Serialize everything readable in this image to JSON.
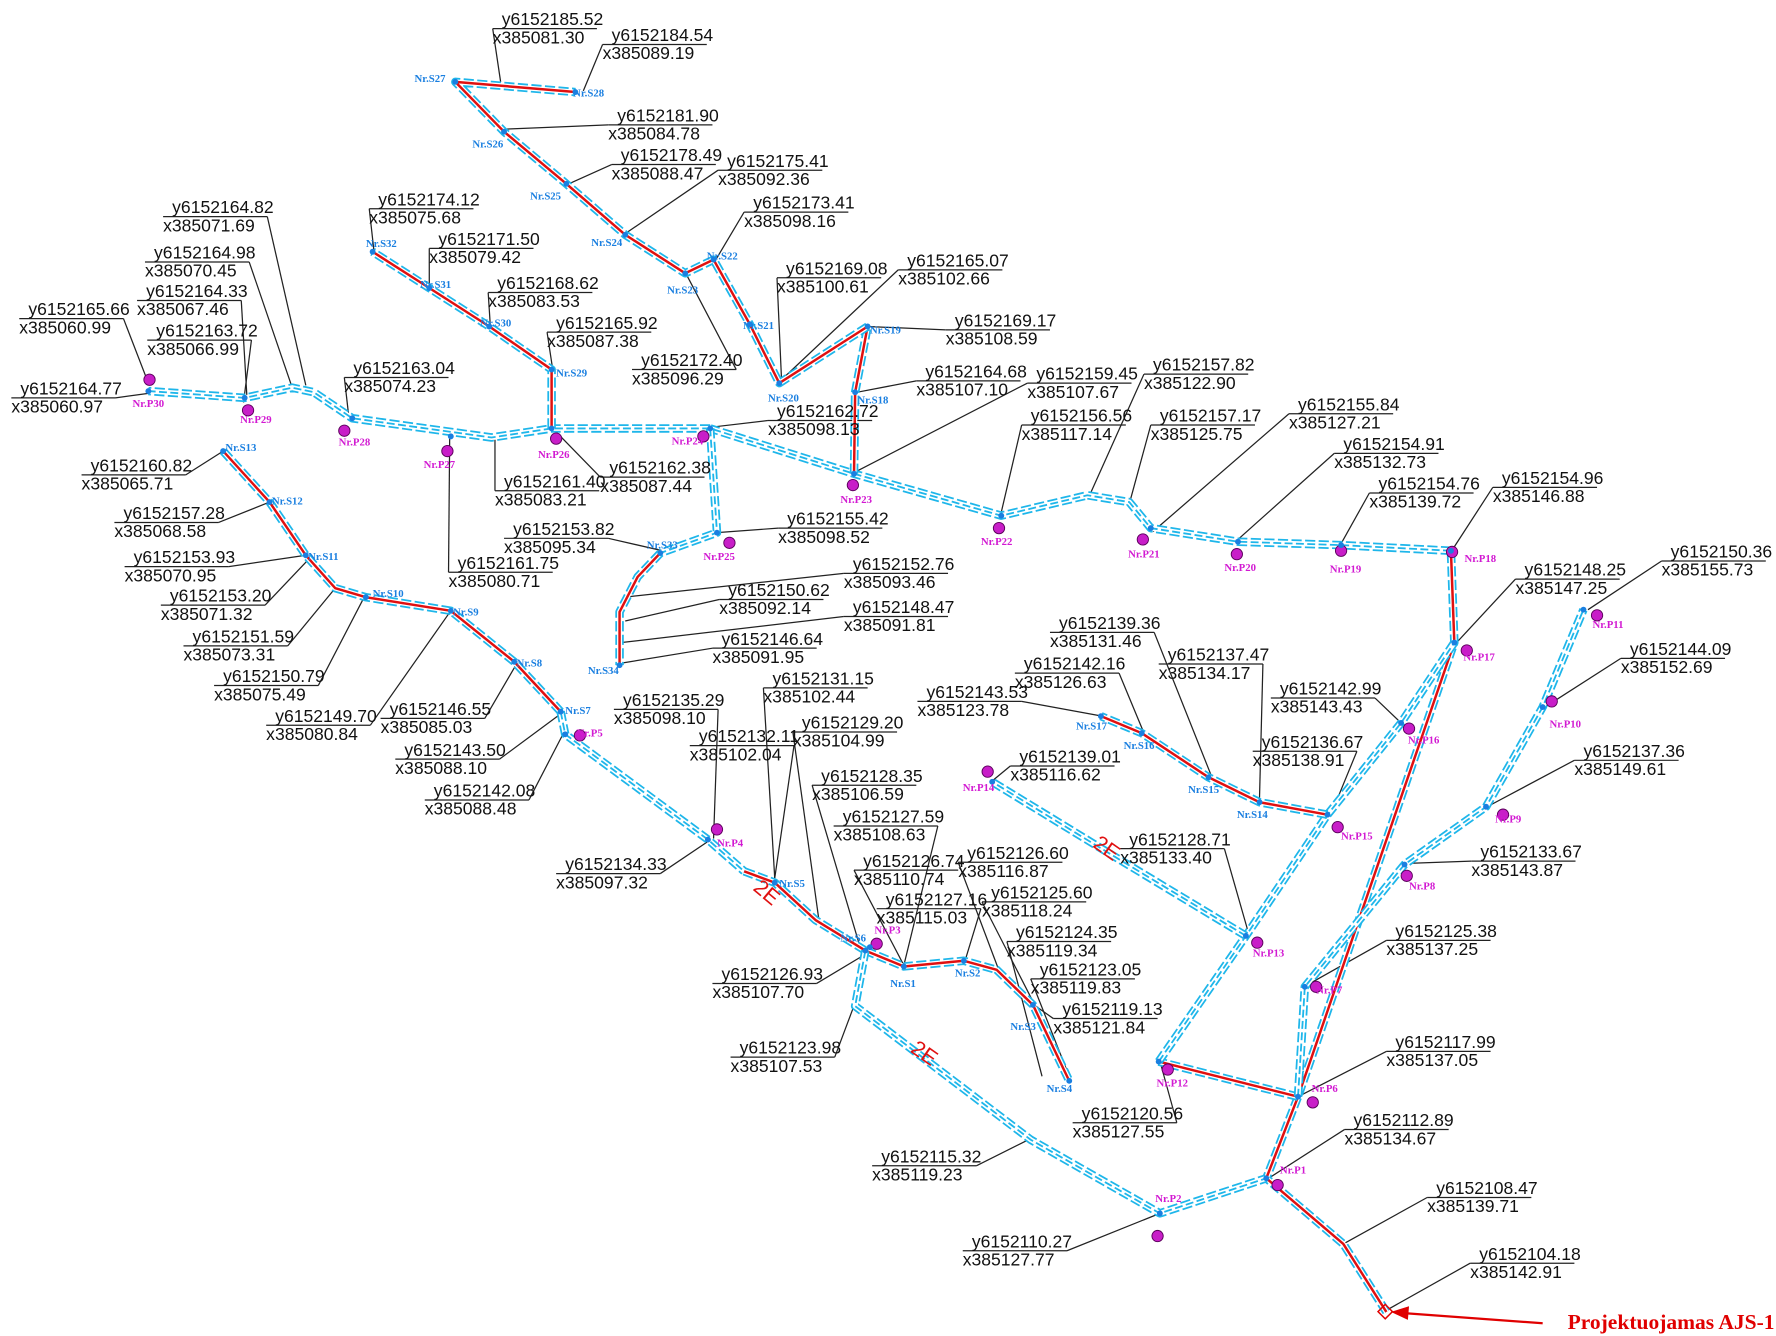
{
  "colors": {
    "cable_outline": "#1eb6ea",
    "cable_core": "#e01010",
    "pole_label": "#d21ad2",
    "support_label": "#1a7fe0",
    "pole_fill": "#c81ec8",
    "legend": "#e00000"
  },
  "legend": {
    "label": "Projektuojamas AJS-1"
  },
  "marks": {
    "two_e": "2E"
  },
  "nodes": [
    {
      "id": "P1",
      "label": "Nr.P1",
      "kind": "pole"
    },
    {
      "id": "P2",
      "label": "Nr.P2",
      "kind": "pole"
    },
    {
      "id": "P3",
      "label": "Nr.P3",
      "kind": "pole"
    },
    {
      "id": "P4",
      "label": "Nr.P4",
      "kind": "pole"
    },
    {
      "id": "P5",
      "label": "Nr.P5",
      "kind": "pole"
    },
    {
      "id": "P6",
      "label": "Nr.P6",
      "kind": "pole"
    },
    {
      "id": "P7",
      "label": "Nr.P7",
      "kind": "pole"
    },
    {
      "id": "P8",
      "label": "Nr.P8",
      "kind": "pole"
    },
    {
      "id": "P9",
      "label": "Nr.P9",
      "kind": "pole"
    },
    {
      "id": "P10",
      "label": "Nr.P10",
      "kind": "pole"
    },
    {
      "id": "P11",
      "label": "Nr.P11",
      "kind": "pole"
    },
    {
      "id": "P12",
      "label": "Nr.P12",
      "kind": "pole"
    },
    {
      "id": "P13",
      "label": "Nr.P13",
      "kind": "pole"
    },
    {
      "id": "P14",
      "label": "Nr.P14",
      "kind": "pole"
    },
    {
      "id": "P15",
      "label": "Nr.P15",
      "kind": "pole"
    },
    {
      "id": "P16",
      "label": "Nr.P16",
      "kind": "pole"
    },
    {
      "id": "P17",
      "label": "Nr.P17",
      "kind": "pole"
    },
    {
      "id": "P18",
      "label": "Nr.P18",
      "kind": "pole"
    },
    {
      "id": "P19",
      "label": "Nr.P19",
      "kind": "pole"
    },
    {
      "id": "P20",
      "label": "Nr.P20",
      "kind": "pole"
    },
    {
      "id": "P21",
      "label": "Nr.P21",
      "kind": "pole"
    },
    {
      "id": "P22",
      "label": "Nr.P22",
      "kind": "pole"
    },
    {
      "id": "P23",
      "label": "Nr.P23",
      "kind": "pole"
    },
    {
      "id": "P24",
      "label": "Nr.P24",
      "kind": "pole"
    },
    {
      "id": "P25",
      "label": "Nr.P25",
      "kind": "pole"
    },
    {
      "id": "P26",
      "label": "Nr.P26",
      "kind": "pole"
    },
    {
      "id": "P27",
      "label": "Nr.P27",
      "kind": "pole"
    },
    {
      "id": "P28",
      "label": "Nr.P28",
      "kind": "pole"
    },
    {
      "id": "P29",
      "label": "Nr.P29",
      "kind": "pole"
    },
    {
      "id": "P30",
      "label": "Nr.P30",
      "kind": "pole"
    },
    {
      "id": "S1",
      "label": "Nr.S1",
      "kind": "support"
    },
    {
      "id": "S2",
      "label": "Nr.S2",
      "kind": "support"
    },
    {
      "id": "S3",
      "label": "Nr.S3",
      "kind": "support"
    },
    {
      "id": "S4",
      "label": "Nr.S4",
      "kind": "support"
    },
    {
      "id": "S5",
      "label": "Nr.S5",
      "kind": "support"
    },
    {
      "id": "S6",
      "label": "Nr.S6",
      "kind": "support"
    },
    {
      "id": "S7",
      "label": "Nr.S7",
      "kind": "support"
    },
    {
      "id": "S8",
      "label": "Nr.S8",
      "kind": "support"
    },
    {
      "id": "S9",
      "label": "Nr.S9",
      "kind": "support"
    },
    {
      "id": "S10",
      "label": "Nr.S10",
      "kind": "support"
    },
    {
      "id": "S11",
      "label": "Nr.S11",
      "kind": "support"
    },
    {
      "id": "S12",
      "label": "Nr.S12",
      "kind": "support"
    },
    {
      "id": "S13",
      "label": "Nr.S13",
      "kind": "support"
    },
    {
      "id": "S14",
      "label": "Nr.S14",
      "kind": "support"
    },
    {
      "id": "S15",
      "label": "Nr.S15",
      "kind": "support"
    },
    {
      "id": "S16",
      "label": "Nr.S16",
      "kind": "support"
    },
    {
      "id": "S17",
      "label": "Nr.S17",
      "kind": "support"
    },
    {
      "id": "S18",
      "label": "Nr.S18",
      "kind": "support"
    },
    {
      "id": "S19",
      "label": "Nr.S19",
      "kind": "support"
    },
    {
      "id": "S20",
      "label": "Nr.S20",
      "kind": "support"
    },
    {
      "id": "S21",
      "label": "Nr.S21",
      "kind": "support"
    },
    {
      "id": "S22",
      "label": "Nr.S22",
      "kind": "support"
    },
    {
      "id": "S23",
      "label": "Nr.S23",
      "kind": "support"
    },
    {
      "id": "S24",
      "label": "Nr.S24",
      "kind": "support"
    },
    {
      "id": "S25",
      "label": "Nr.S25",
      "kind": "support"
    },
    {
      "id": "S26",
      "label": "Nr.S26",
      "kind": "support"
    },
    {
      "id": "S27",
      "label": "Nr.S27",
      "kind": "support"
    },
    {
      "id": "S28",
      "label": "Nr.S28",
      "kind": "support"
    },
    {
      "id": "S29",
      "label": "Nr.S29",
      "kind": "support"
    },
    {
      "id": "S30",
      "label": "Nr.S30",
      "kind": "support"
    },
    {
      "id": "S31",
      "label": "Nr.S31",
      "kind": "support"
    },
    {
      "id": "S32",
      "label": "Nr.S32",
      "kind": "support"
    },
    {
      "id": "S33",
      "label": "Nr.S33",
      "kind": "support"
    },
    {
      "id": "S34",
      "label": "Nr.S34",
      "kind": "support"
    }
  ],
  "coordinates": [
    {
      "y": "y6152185.52",
      "x": "x385081.30"
    },
    {
      "y": "y6152184.54",
      "x": "x385089.19"
    },
    {
      "y": "y6152181.90",
      "x": "x385084.78"
    },
    {
      "y": "y6152178.49",
      "x": "x385088.47"
    },
    {
      "y": "y6152175.41",
      "x": "x385092.36"
    },
    {
      "y": "y6152173.41",
      "x": "x385098.16"
    },
    {
      "y": "y6152174.12",
      "x": "x385075.68"
    },
    {
      "y": "y6152171.50",
      "x": "x385079.42"
    },
    {
      "y": "y6152168.62",
      "x": "x385083.53"
    },
    {
      "y": "y6152165.92",
      "x": "x385087.38"
    },
    {
      "y": "y6152164.82",
      "x": "x385071.69"
    },
    {
      "y": "y6152164.98",
      "x": "x385070.45"
    },
    {
      "y": "y6152164.33",
      "x": "x385067.46"
    },
    {
      "y": "y6152165.66",
      "x": "x385060.99"
    },
    {
      "y": "y6152163.72",
      "x": "x385066.99"
    },
    {
      "y": "y6152164.77",
      "x": "x385060.97"
    },
    {
      "y": "y6152163.04",
      "x": "x385074.23"
    },
    {
      "y": "y6152169.08",
      "x": "x385100.61"
    },
    {
      "y": "y6152165.07",
      "x": "x385102.66"
    },
    {
      "y": "y6152169.17",
      "x": "x385108.59"
    },
    {
      "y": "y6152172.40",
      "x": "x385096.29"
    },
    {
      "y": "y6152164.68",
      "x": "x385107.10"
    },
    {
      "y": "y6152159.45",
      "x": "x385107.67"
    },
    {
      "y": "y6152157.82",
      "x": "x385122.90"
    },
    {
      "y": "y6152162.72",
      "x": "x385098.13"
    },
    {
      "y": "y6152156.56",
      "x": "x385117.14"
    },
    {
      "y": "y6152157.17",
      "x": "x385125.75"
    },
    {
      "y": "y6152155.84",
      "x": "x385127.21"
    },
    {
      "y": "y6152154.91",
      "x": "x385132.73"
    },
    {
      "y": "y6152154.76",
      "x": "x385139.72"
    },
    {
      "y": "y6152154.96",
      "x": "x385146.88"
    },
    {
      "y": "y6152160.82",
      "x": "x385065.71"
    },
    {
      "y": "y6152161.40",
      "x": "x385083.21"
    },
    {
      "y": "y6152162.38",
      "x": "x385087.44"
    },
    {
      "y": "y6152157.28",
      "x": "x385068.58"
    },
    {
      "y": "y6152153.82",
      "x": "x385095.34"
    },
    {
      "y": "y6152155.42",
      "x": "x385098.52"
    },
    {
      "y": "y6152153.93",
      "x": "x385070.95"
    },
    {
      "y": "y6152161.75",
      "x": "x385080.71"
    },
    {
      "y": "y6152152.76",
      "x": "x385093.46"
    },
    {
      "y": "y6152153.20",
      "x": "x385071.32"
    },
    {
      "y": "y6152150.62",
      "x": "x385092.14"
    },
    {
      "y": "y6152148.47",
      "x": "x385091.81"
    },
    {
      "y": "y6152151.59",
      "x": "x385073.31"
    },
    {
      "y": "y6152146.64",
      "x": "x385091.95"
    },
    {
      "y": "y6152148.25",
      "x": "x385147.25"
    },
    {
      "y": "y6152150.36",
      "x": "x385155.73"
    },
    {
      "y": "y6152150.79",
      "x": "x385075.49"
    },
    {
      "y": "y6152139.36",
      "x": "x385131.46"
    },
    {
      "y": "y6152142.16",
      "x": "x385126.63"
    },
    {
      "y": "y6152137.47",
      "x": "x385134.17"
    },
    {
      "y": "y6152144.09",
      "x": "x385152.69"
    },
    {
      "y": "y6152149.70",
      "x": "x385080.84"
    },
    {
      "y": "y6152146.55",
      "x": "x385085.03"
    },
    {
      "y": "y6152143.53",
      "x": "x385123.78"
    },
    {
      "y": "y6152142.99",
      "x": "x385143.43"
    },
    {
      "y": "y6152131.15",
      "x": "x385102.44"
    },
    {
      "y": "y6152135.29",
      "x": "x385098.10"
    },
    {
      "y": "y6152143.50",
      "x": "x385088.10"
    },
    {
      "y": "y6152129.20",
      "x": "x385104.99"
    },
    {
      "y": "y6152132.11",
      "x": "x385102.04"
    },
    {
      "y": "y6152139.01",
      "x": "x385116.62"
    },
    {
      "y": "y6152136.67",
      "x": "x385138.91"
    },
    {
      "y": "y6152142.08",
      "x": "x385088.48"
    },
    {
      "y": "y6152128.35",
      "x": "x385106.59"
    },
    {
      "y": "y6152137.36",
      "x": "x385149.61"
    },
    {
      "y": "y6152127.59",
      "x": "x385108.63"
    },
    {
      "y": "y6152128.71",
      "x": "x385133.40"
    },
    {
      "y": "y6152134.33",
      "x": "x385097.32"
    },
    {
      "y": "y6152126.60",
      "x": "x385116.87"
    },
    {
      "y": "y6152126.74",
      "x": "x385110.74"
    },
    {
      "y": "y6152133.67",
      "x": "x385143.87"
    },
    {
      "y": "y6152125.60",
      "x": "x385118.24"
    },
    {
      "y": "y6152127.16",
      "x": "x385115.03"
    },
    {
      "y": "y6152124.35",
      "x": "x385119.34"
    },
    {
      "y": "y6152125.38",
      "x": "x385137.25"
    },
    {
      "y": "y6152126.93",
      "x": "x385107.70"
    },
    {
      "y": "y6152123.05",
      "x": "x385119.83"
    },
    {
      "y": "y6152119.13",
      "x": "x385121.84"
    },
    {
      "y": "y6152123.98",
      "x": "x385107.53"
    },
    {
      "y": "y6152117.99",
      "x": "x385137.05"
    },
    {
      "y": "y6152120.56",
      "x": "x385127.55"
    },
    {
      "y": "y6152112.89",
      "x": "x385134.67"
    },
    {
      "y": "y6152115.32",
      "x": "x385119.23"
    },
    {
      "y": "y6152108.47",
      "x": "x385139.71"
    },
    {
      "y": "y6152110.27",
      "x": "x385127.77"
    },
    {
      "y": "y6152104.18",
      "x": "x385142.91"
    }
  ]
}
